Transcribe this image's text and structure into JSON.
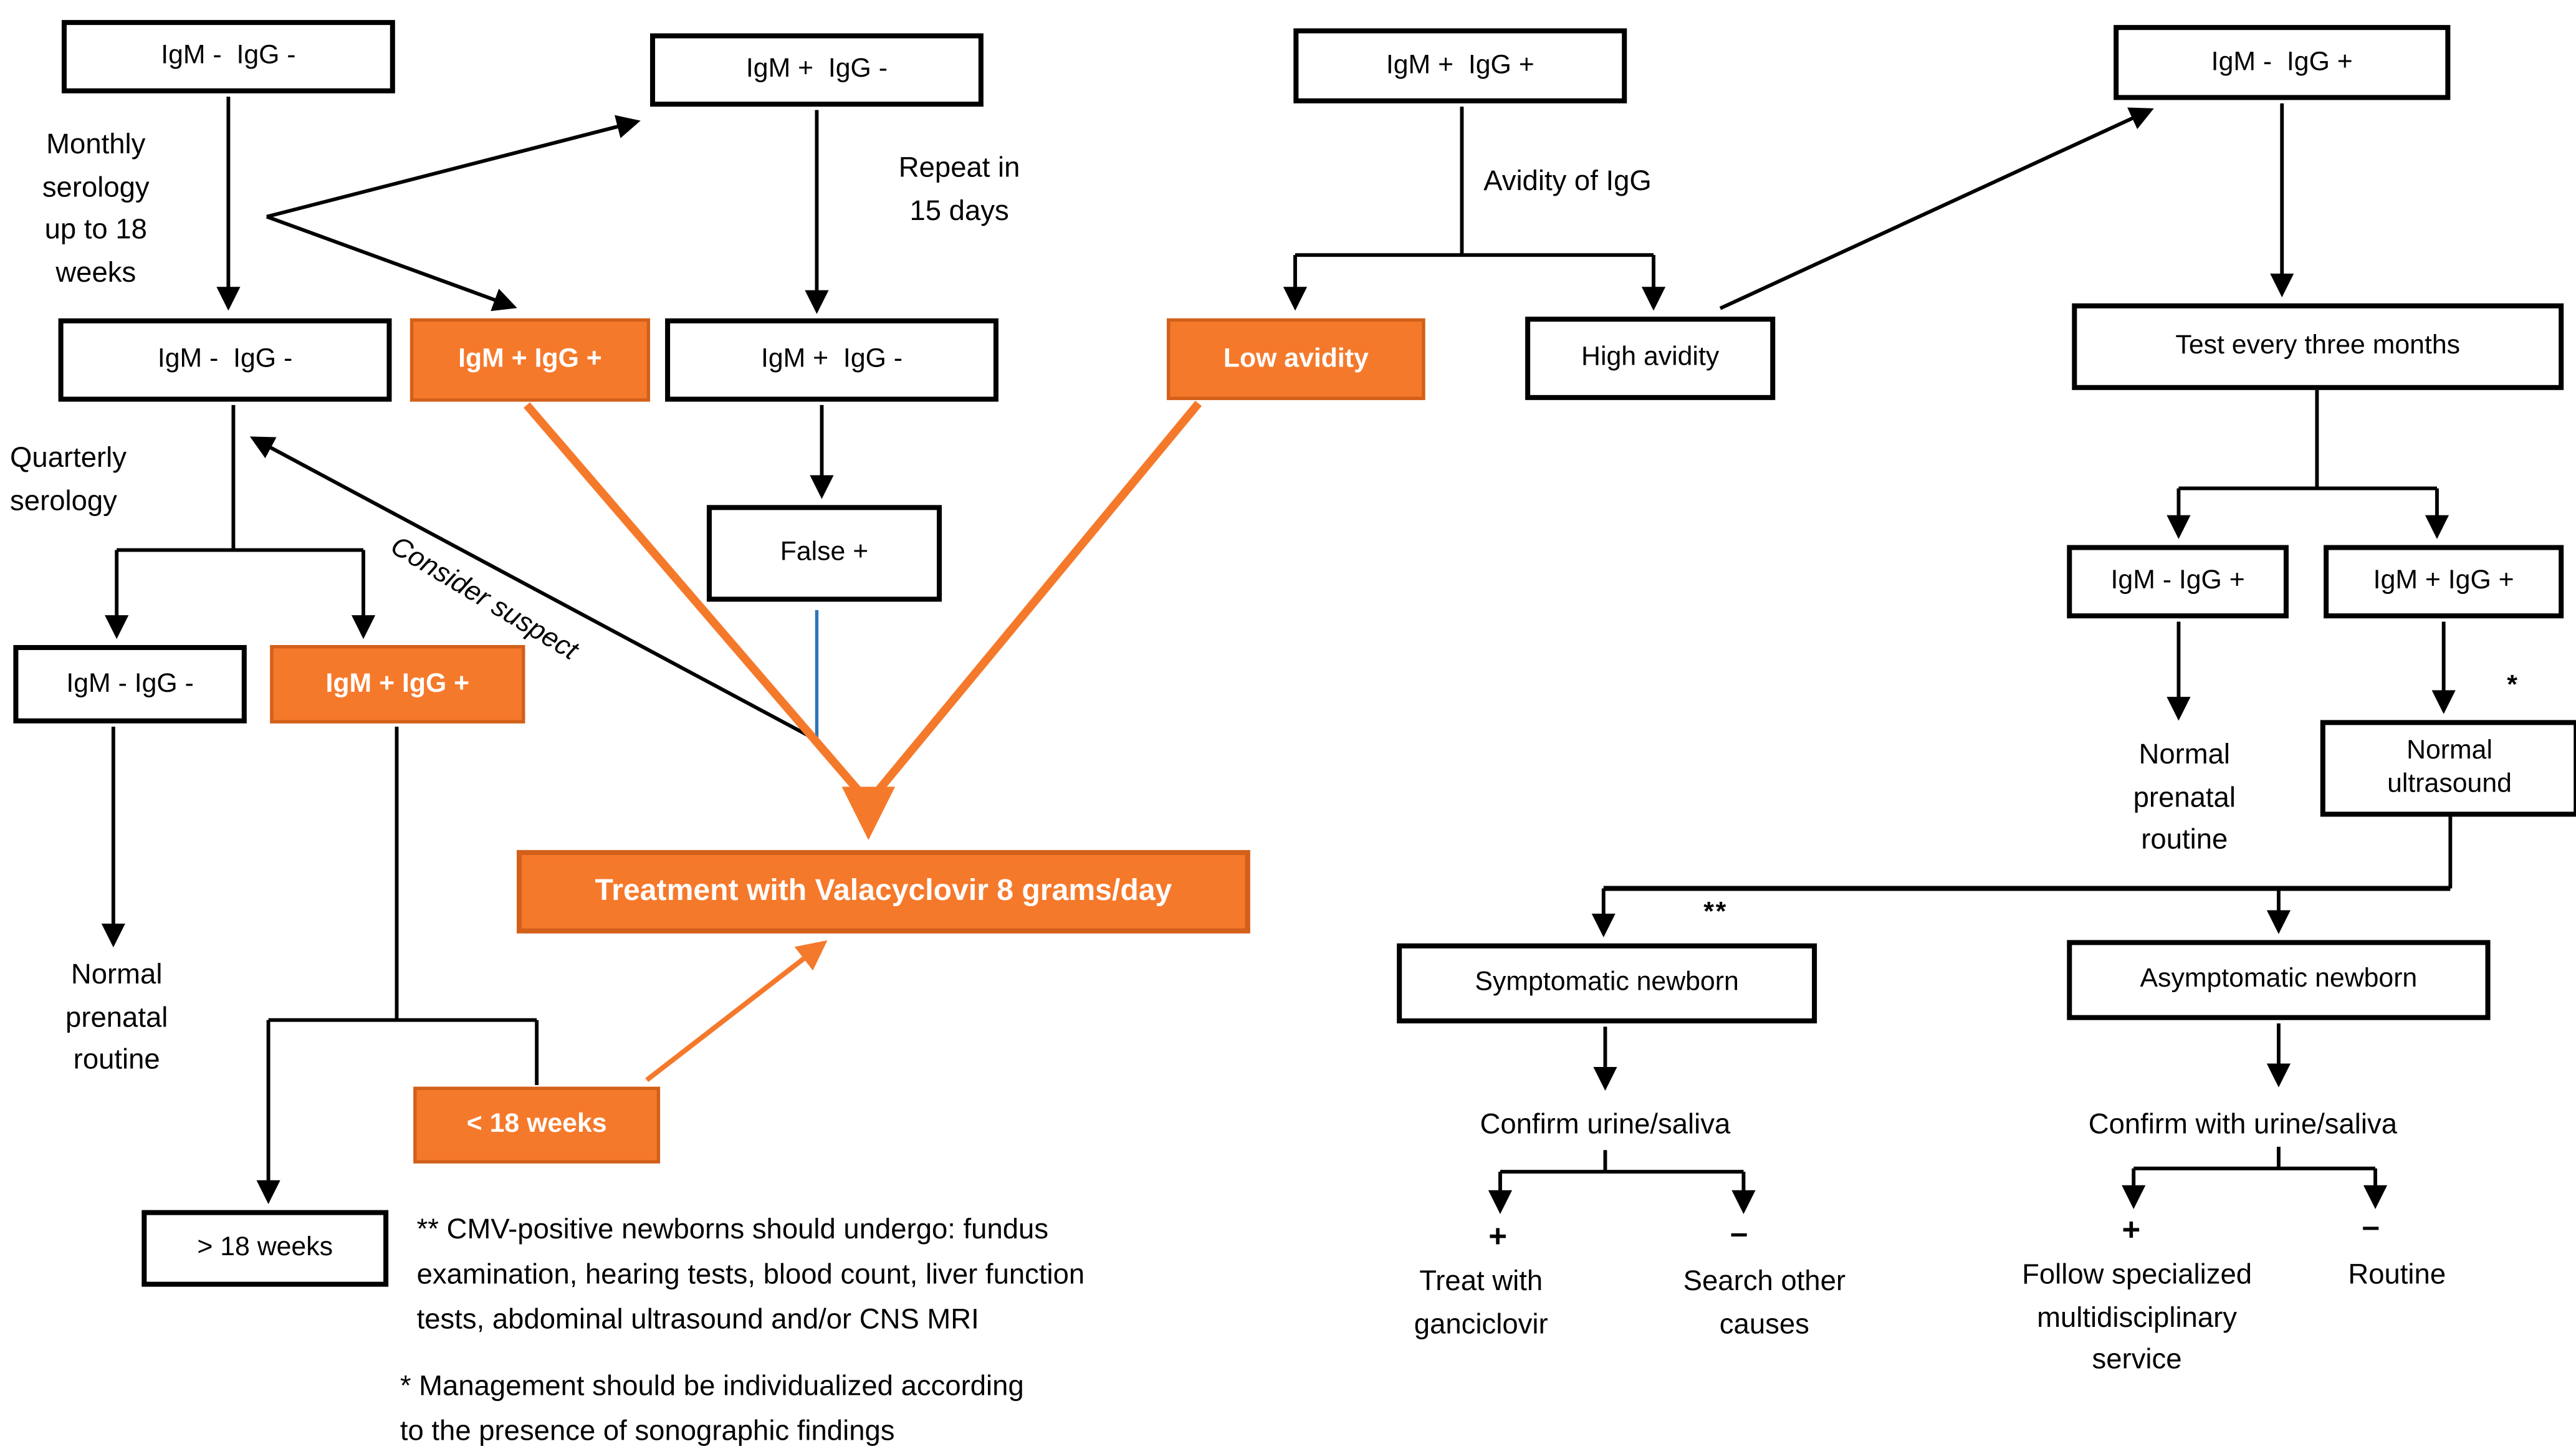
{
  "colors": {
    "accent_orange": "#F5792B",
    "accent_orange_border": "#D2601A",
    "false_positive_stem_blue": "#2E75B6",
    "line_black": "#000000"
  },
  "nodes": {
    "a1": "IgM -  IgG -",
    "b1": "IgM +  IgG -",
    "c1": "IgM +  IgG +",
    "d1": "IgM -  IgG +",
    "a2": "IgM -  IgG -",
    "c2a": "IgM + IgG +",
    "b2": "IgM +  IgG -",
    "low": "Low avidity",
    "high": "High avidity",
    "testq3": "Test every three months",
    "falsep": "False +",
    "a3": "IgM - IgG -",
    "c3": "IgM + IgG +",
    "r3a": "IgM - IgG +",
    "r3b": "IgM + IgG +",
    "normus": "Normal\nultrasound",
    "treat": "Treatment with Valacyclovir 8 grams/day",
    "lt18": "< 18 weeks",
    "gt18": "> 18 weeks",
    "symp": "Symptomatic newborn",
    "asym": "Asymptomatic newborn"
  },
  "labels": {
    "monthly": "Monthly\nserology\nup to 18\nweeks",
    "repeat": "Repeat in\n15 days",
    "avidity": "Avidity of IgG",
    "quarterly": "Quarterly\nserology",
    "consider": "Consider suspect",
    "normal_prenatal_left": "Normal\nprenatal\nroutine",
    "normal_prenatal_right": "Normal\nprenatal\nroutine",
    "confirm_symptomatic": "Confirm urine/saliva",
    "confirm_asymptomatic": "Confirm with urine/saliva",
    "plus": "+",
    "minus": "–",
    "treat_ganciclovir": "Treat with\nganciclovir",
    "search_causes": "Search other\ncauses",
    "follow_service": "Follow specialized\nmultidisciplinary\nservice",
    "routine": "Routine",
    "single_asterisk": "*",
    "double_asterisk": "**"
  },
  "footnotes": {
    "cmv_positive": "** CMV-positive newborns should undergo: fundus\nexamination, hearing tests, blood count, liver function\ntests, abdominal ultrasound and/or CNS MRI",
    "management": "* Management should be individualized according\nto the presence of sonographic findings"
  }
}
